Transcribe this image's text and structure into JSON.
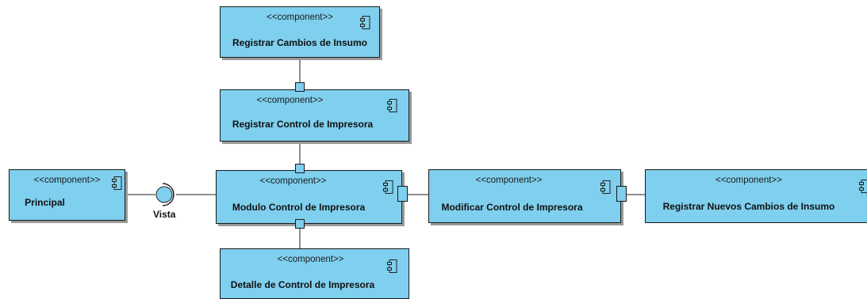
{
  "stereotype": "<<component>>",
  "components": {
    "principal": "Principal",
    "registrar_cambios": "Registrar Cambios de Insumo",
    "registrar_control": "Registrar Control de Impresora",
    "modulo_control": "Modulo Control de Impresora",
    "detalle_control": "Detalle de Control de Impresora",
    "modificar_control": "Modificar Control de Impresora",
    "registrar_nuevos": "Registrar Nuevos Cambios de Insumo"
  },
  "interface_label": "Vista",
  "colors": {
    "component_fill": "#7fcfee",
    "border": "#1a1a1a",
    "shadow": "#9a9a9a",
    "interface_fill": "#7fcfee"
  },
  "icons": {
    "component": "component-icon",
    "interface": "provided-interface-icon"
  }
}
